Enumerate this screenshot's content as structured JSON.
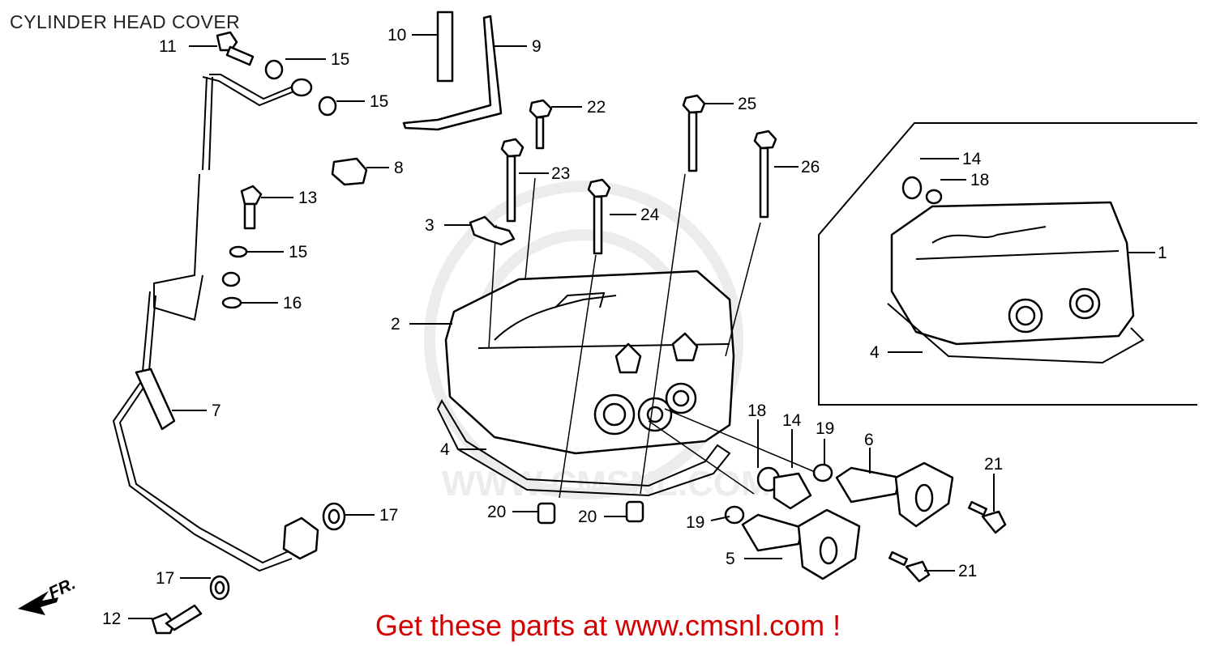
{
  "title": "CYLINDER HEAD COVER",
  "footer": "Get these parts at www.cmsnl.com !",
  "watermark": "WWW.CMSNL.COM",
  "direction_marker": "FR.",
  "callouts": {
    "c1": "1",
    "c2": "2",
    "c3": "3",
    "c4a": "4",
    "c4b": "4",
    "c5": "5",
    "c6": "6",
    "c7": "7",
    "c8": "8",
    "c9": "9",
    "c10": "10",
    "c11": "11",
    "c12": "12",
    "c13": "13",
    "c14a": "14",
    "c14b": "14",
    "c15a": "15",
    "c15b": "15",
    "c15c": "15",
    "c16": "16",
    "c17a": "17",
    "c17b": "17",
    "c18a": "18",
    "c18b": "18",
    "c19a": "19",
    "c19b": "19",
    "c20a": "20",
    "c20b": "20",
    "c21a": "21",
    "c21b": "21",
    "c22": "22",
    "c23": "23",
    "c24": "24",
    "c25": "25",
    "c26": "26"
  },
  "colors": {
    "footer_text": "#d40000",
    "line_art": "#000000",
    "watermark": "#ececec"
  }
}
